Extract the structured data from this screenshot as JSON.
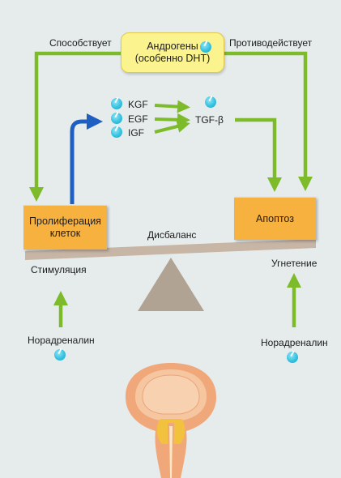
{
  "androgens": {
    "line1": "Андрогены",
    "line2": "(особенно DHT)"
  },
  "promotes": "Способствует",
  "counteracts": "Противодействует",
  "growth_factors": [
    "KGF",
    "EGF",
    "IGF"
  ],
  "tgf": "TGF-β",
  "proliferation": {
    "line1": "Пролиферация",
    "line2": "клеток"
  },
  "apoptosis": "Апоптоз",
  "imbalance": "Дисбаланс",
  "stimulation": "Стимуляция",
  "inhibition": "Угнетение",
  "noradrenaline_left": "Норадреналин",
  "noradrenaline_right": "Норадреналин",
  "colors": {
    "green_arrow": "#7dbb2a",
    "blue_arrow": "#1f5fc1",
    "box_orange": "#f7b13f",
    "box_yellow": "#fbf38e",
    "molecule": "#35c2e0",
    "beam": "#c7b5a5",
    "fulcrum": "#b1a394",
    "organ": "#f0a87a"
  }
}
